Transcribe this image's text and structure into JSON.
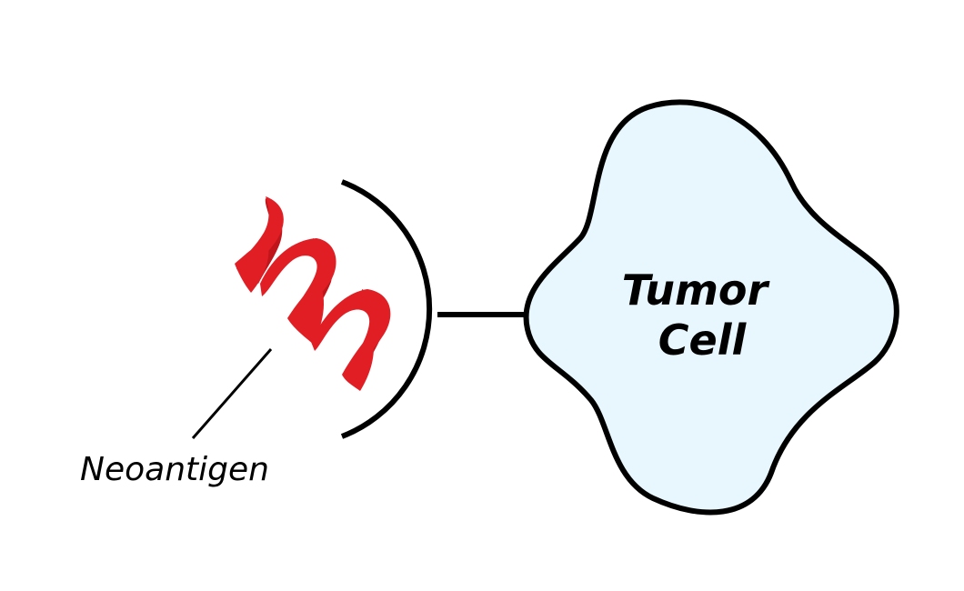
{
  "colors": {
    "background": "#ffffff",
    "outline": "#000000",
    "cell_fill": "#e8f6fd",
    "neoantigen": "#e01e24"
  },
  "tumor_cell": {
    "line1": "Tumor",
    "line2": "Cell"
  },
  "neoantigen": {
    "label": "Neoantigen",
    "icon": "helix-icon"
  }
}
